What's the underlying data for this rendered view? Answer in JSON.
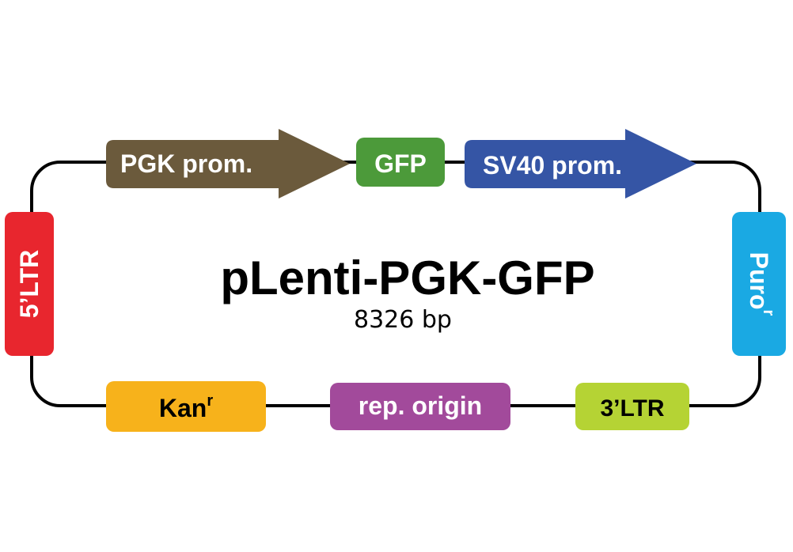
{
  "title": "pLenti-PGK-GFP",
  "size": "8326 bp",
  "colors": {
    "backbone": "#000000",
    "pgk": "#6b5a3c",
    "gfp": "#4c9a3a",
    "sv40": "#3555a5",
    "ltr5": "#e8262e",
    "puro": "#1aa9e3",
    "kan": "#f7b21b",
    "ori": "#a24a9b",
    "ltr3": "#b5d334"
  },
  "features": {
    "pgk": {
      "label": "PGK prom."
    },
    "gfp": {
      "label": "GFP"
    },
    "sv40": {
      "label": "SV40 prom."
    },
    "ltr5": {
      "label": "5’LTR"
    },
    "puro": {
      "label": "Puro",
      "sup": "r"
    },
    "kan": {
      "label": "Kan",
      "sup": "r"
    },
    "ori": {
      "label": "rep. origin"
    },
    "ltr3": {
      "label": "3’LTR"
    }
  }
}
